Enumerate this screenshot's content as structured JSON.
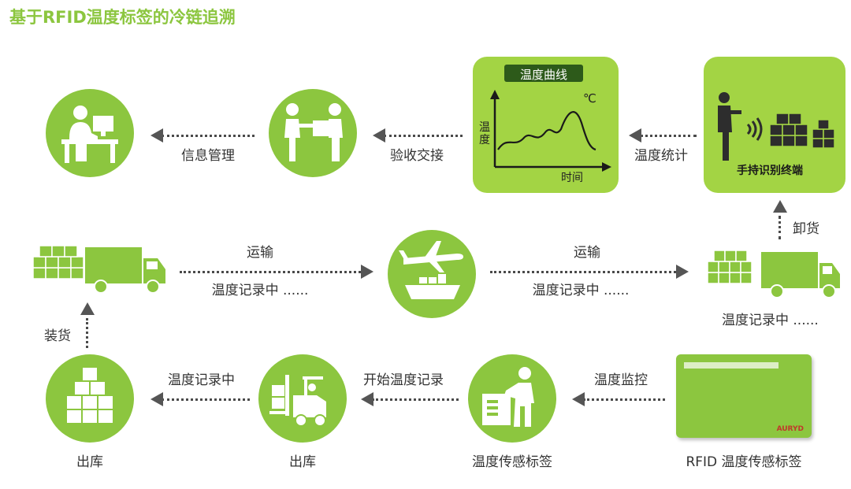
{
  "title": "基于RFID温度标签的冷链追溯",
  "chart_panel": {
    "heading": "温度曲线",
    "unit": "℃",
    "y_axis": "温度",
    "x_axis": "时间"
  },
  "handheld_panel": {
    "caption": "手持识别终端"
  },
  "labels": {
    "info_manage": "信息管理",
    "check_accept": "验收交接",
    "temp_stats": "温度统计",
    "unload": "卸货",
    "transport_left": "运输",
    "recording_left": "温度记录中 ......",
    "transport_right": "运输",
    "recording_right": "温度记录中 ......",
    "recording_truck": "温度记录中 ......",
    "load": "装货",
    "recording": "温度记录中",
    "start_recording": "开始温度记录",
    "temp_monitor": "温度监控",
    "outbound_1": "出库",
    "outbound_2": "出库",
    "temp_tag": "温度传感标签",
    "rfid_tag": "RFID 温度传感标签"
  },
  "tag_card": {
    "brand": "AURYD"
  },
  "colors": {
    "brand_green": "#8cc63f",
    "panel_green": "#a3d444",
    "dark_green": "#4f8a1d"
  }
}
